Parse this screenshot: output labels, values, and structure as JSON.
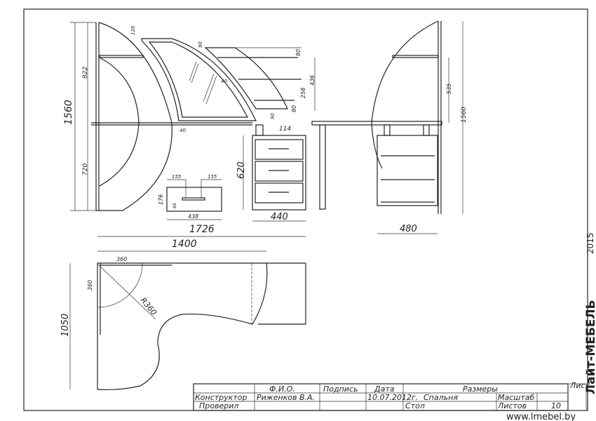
{
  "dimensions": {
    "total_height": "1560",
    "upper_height": "822",
    "lower_height": "720",
    "top_offset": "126",
    "glass_frame": "40",
    "shelf_gap_top": "80",
    "shelf_gap": "80",
    "shelf_mid": "258",
    "shelf_total": "436",
    "frame_gap": "40",
    "bottom_gap": "90",
    "leg": "114",
    "cabinet_height": "620",
    "cabinet_width": "440",
    "side_depth": "480",
    "side_upper": "535",
    "side_total": "1560",
    "drawer_handle_left": "155",
    "drawer_handle_right": "155",
    "drawer_height": "176",
    "drawer_handle_h": "88",
    "drawer_width": "438",
    "plan_total_width": "1726",
    "plan_width": "1400",
    "plan_corner_w": "360",
    "plan_corner_h": "360",
    "plan_radius": "R360",
    "plan_depth": "1050"
  },
  "title_block": {
    "col_name": "Ф.И.О.",
    "col_signature": "Подпись",
    "col_date": "Дата",
    "col_sizes": "Размеры",
    "row_designer": "Конструктор",
    "designer_name": "Риженков В.А.",
    "date": "10.07.2012г.",
    "room": "Спальня",
    "scale_label": "Масштаб",
    "row_checked": "Проверил",
    "item": "Стол",
    "sheets_label": "Листов",
    "sheets": "10",
    "sheet_small": "Лист"
  },
  "brand": {
    "name": "Лайт-МЕБЕЛЬ",
    "year": "2015",
    "url": "www.lmebel.by"
  }
}
